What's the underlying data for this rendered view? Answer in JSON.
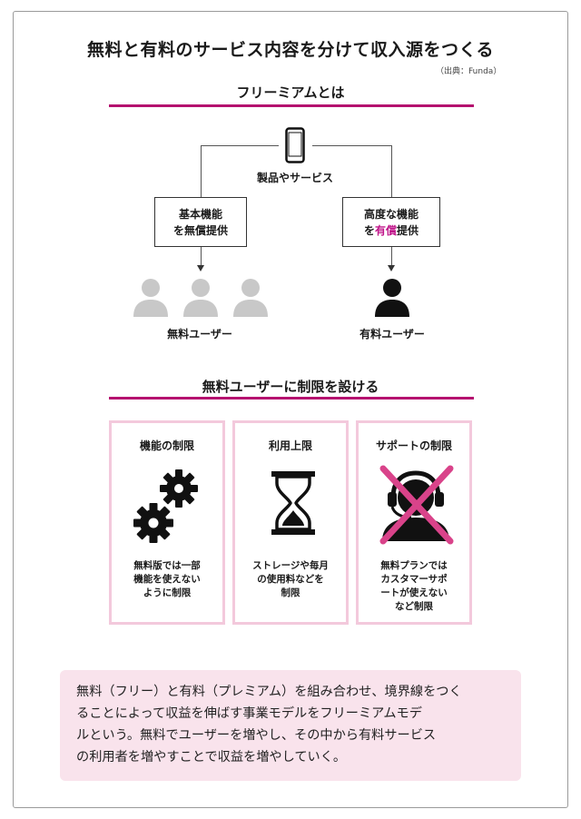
{
  "title": "無料と有料のサービス内容を分けて収入源をつくる",
  "source": "（出典：Funda）",
  "section1": {
    "heading": "フリーミアムとは",
    "product_label": "製品やサービス",
    "left_box": {
      "line1": "基本機能",
      "line2": "を無償提供"
    },
    "right_box": {
      "line1": "高度な機能",
      "line2_prefix": "を",
      "line2_accent": "有償",
      "line2_suffix": "提供"
    },
    "free_users_label": "無料ユーザー",
    "paid_user_label": "有料ユーザー"
  },
  "section2": {
    "heading": "無料ユーザーに制限を設ける",
    "cards": [
      {
        "title": "機能の制限",
        "icon": "gears-icon",
        "lines": [
          "無料版では一部",
          "機能を使えない",
          "ように制限"
        ]
      },
      {
        "title": "利用上限",
        "icon": "hourglass-icon",
        "lines": [
          "ストレージや毎月",
          "の使用料などを",
          "制限"
        ]
      },
      {
        "title": "サポートの制限",
        "icon": "headset-operator-crossed-icon",
        "lines": [
          "無料プランでは",
          "カスタマーサポ",
          "ートが使えない",
          "など制限"
        ]
      }
    ]
  },
  "info": {
    "lines": [
      "無料（フリー）と有料（プレミアム）を組み合わせ、境界線をつく",
      "ることによって収益を伸ばす事業モデルをフリーミアムモデ",
      "ルという。無料でユーザーを増やし、その中から有料サービス",
      "の利用者を増やすことで収益を増やしていく。"
    ]
  },
  "colors": {
    "accent": "#b5126f",
    "accent_text": "#c0168a",
    "card_border": "#f3c9dc",
    "info_bg": "#f9e3ec",
    "free_user": "#c8c8c8",
    "paid_user": "#111111",
    "cross": "#d9438a"
  }
}
